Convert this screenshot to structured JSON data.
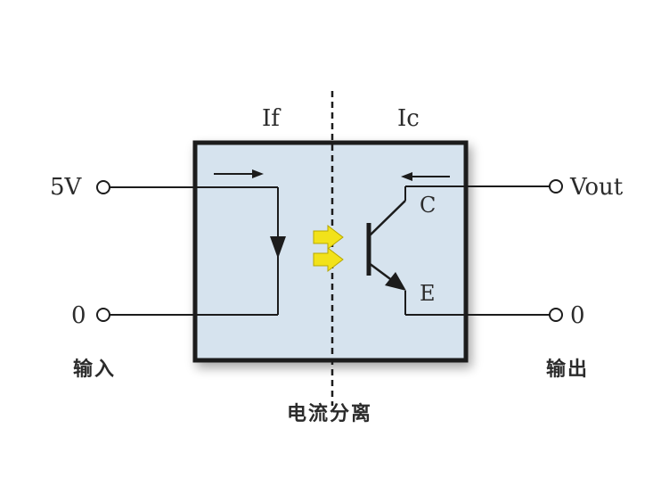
{
  "labels": {
    "input_current": "If",
    "output_current": "Ic",
    "input_high": "5V",
    "input_low": "0",
    "output_signal": "Vout",
    "output_low": "0",
    "collector": "C",
    "emitter": "E",
    "input_caption": "输入",
    "output_caption": "输出",
    "isolation_caption": "电流分离"
  },
  "colors": {
    "box_fill": "#d6e3ee",
    "box_border": "#1c1c1c",
    "wire": "#1c1c1c",
    "light_arrow": "#f2e21a",
    "text": "#2b2b2b"
  }
}
